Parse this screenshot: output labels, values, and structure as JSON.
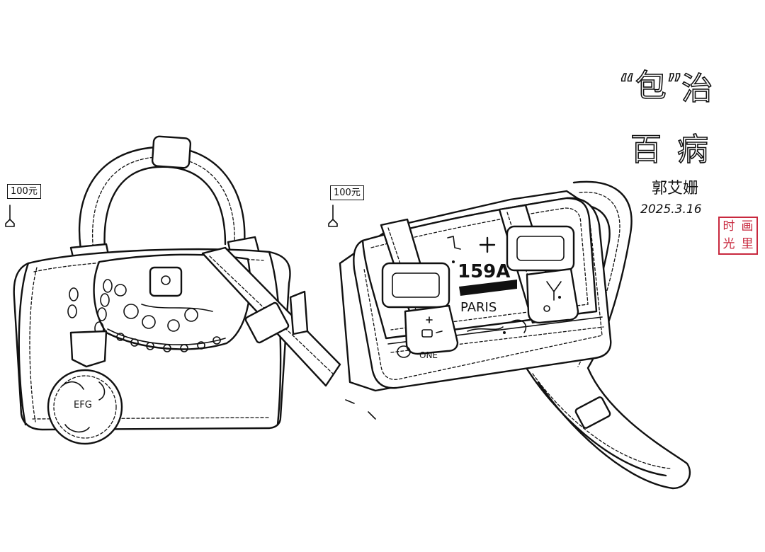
{
  "title": {
    "quote_char": "“包”",
    "line1": [
      "包",
      "治"
    ],
    "line2": [
      "百",
      "病"
    ]
  },
  "author": "郭艾姗",
  "date": "2025.3.16",
  "seal": {
    "chars": [
      "时",
      "画",
      "光",
      "里"
    ],
    "color": "#c8283e"
  },
  "left_bag": {
    "price": "100元",
    "charm_text": "EFG"
  },
  "right_bag": {
    "price": "100元",
    "doodle_text": "159A",
    "label_text": "PARIS",
    "sticker_text": "ONE"
  },
  "colors": {
    "ink": "#111111",
    "paper": "#ffffff",
    "seal_red": "#c8283e"
  }
}
